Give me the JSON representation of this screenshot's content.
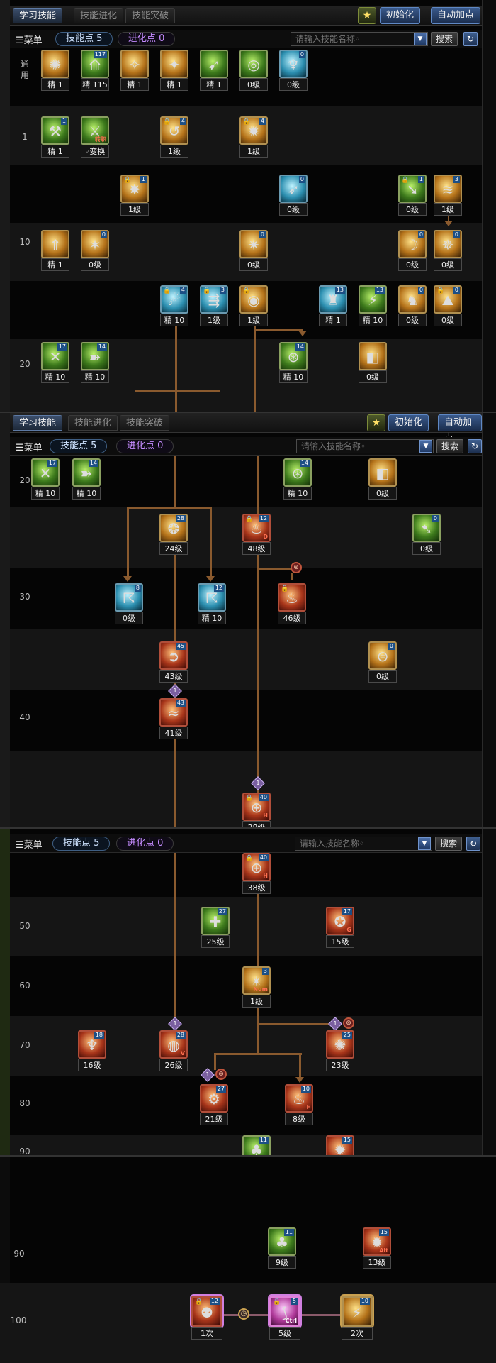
{
  "header": {
    "tabs": [
      "学习技能",
      "技能进化",
      "技能突破"
    ],
    "init_label": "初始化",
    "auto_label": "自动加点",
    "star_icon": "★"
  },
  "menubar": {
    "menu_label": "☰菜单",
    "skill_points": "技能点 5",
    "evo_points": "进化点 0",
    "search_placeholder": "请输入技能名称◦",
    "search_label": "搜索",
    "refresh_icon": "↻"
  },
  "rows": {
    "r_general": "通用",
    "r1": "1",
    "r10": "10",
    "r20": "20",
    "r30": "30",
    "r40": "40",
    "r50": "50",
    "r60": "60",
    "r70": "70",
    "r80": "80",
    "r90": "90",
    "r100": "100"
  },
  "skills": {
    "a1": {
      "badge": "",
      "level": "精 1",
      "glyph": "✺"
    },
    "a2": {
      "badge": "117",
      "level": "精 115",
      "glyph": "⟰"
    },
    "a3": {
      "badge": "",
      "level": "精 1",
      "glyph": "✧"
    },
    "a4": {
      "badge": "",
      "level": "精 1",
      "glyph": "✦"
    },
    "a5": {
      "badge": "",
      "level": "精 1",
      "glyph": "➹"
    },
    "a6": {
      "badge": "",
      "level": "0级",
      "glyph": "◎"
    },
    "a7": {
      "badge": "0",
      "level": "0级",
      "glyph": "♆"
    },
    "b1": {
      "badge": "1",
      "level": "精 1",
      "glyph": "⚒"
    },
    "b2": {
      "badge": "",
      "level": "◦变换",
      "glyph": "⚔",
      "tag": "转职"
    },
    "b3": {
      "badge": "4",
      "level": "1级",
      "glyph": "↺"
    },
    "b4": {
      "badge": "4",
      "level": "1级",
      "glyph": "✹"
    },
    "c1": {
      "badge": "1",
      "level": "1级",
      "glyph": "✸"
    },
    "c2": {
      "badge": "0",
      "level": "0级",
      "glyph": "➶"
    },
    "c3": {
      "badge": "1",
      "level": "0级",
      "glyph": "➘"
    },
    "c4": {
      "badge": "3",
      "level": "1级",
      "glyph": "≋"
    },
    "d1": {
      "badge": "",
      "level": "精 1",
      "glyph": "⇑"
    },
    "d2": {
      "badge": "0",
      "level": "0级",
      "glyph": "✶"
    },
    "d3": {
      "badge": "0",
      "level": "0级",
      "glyph": "✷"
    },
    "d4": {
      "badge": "0",
      "level": "0级",
      "glyph": "☽"
    },
    "d5": {
      "badge": "0",
      "level": "0级",
      "glyph": "✵"
    },
    "e1": {
      "badge": "4",
      "level": "精 10",
      "glyph": "☄"
    },
    "e2": {
      "badge": "3",
      "level": "1级",
      "glyph": "⇶"
    },
    "e3": {
      "badge": "",
      "level": "1级",
      "glyph": "◉"
    },
    "e4": {
      "badge": "13",
      "level": "精 1",
      "glyph": "♜"
    },
    "e5": {
      "badge": "13",
      "level": "精 10",
      "glyph": "⚡"
    },
    "e6": {
      "badge": "0",
      "level": "0级",
      "glyph": "♞"
    },
    "e7": {
      "badge": "0",
      "level": "0级",
      "glyph": "⛰"
    },
    "f1": {
      "badge": "17",
      "level": "精 10",
      "glyph": "✕"
    },
    "f2": {
      "badge": "14",
      "level": "精 10",
      "glyph": "➽"
    },
    "f3": {
      "badge": "14",
      "level": "精 10",
      "glyph": "⊛"
    },
    "f4": {
      "badge": "",
      "level": "0级",
      "glyph": "◧"
    },
    "g1": {
      "badge": "28",
      "level": "24级",
      "glyph": "❂"
    },
    "g2": {
      "badge": "12",
      "level": "48级",
      "glyph": "♨",
      "key": "D"
    },
    "g3": {
      "badge": "0",
      "level": "0级",
      "glyph": "➷"
    },
    "h1": {
      "badge": "8",
      "level": "0级",
      "glyph": "☈"
    },
    "h2": {
      "badge": "12",
      "level": "精 10",
      "glyph": "☈"
    },
    "h3": {
      "badge": "",
      "level": "46级",
      "glyph": "♨"
    },
    "i1": {
      "badge": "45",
      "level": "43级",
      "glyph": "➲"
    },
    "i2": {
      "badge": "0",
      "level": "0级",
      "glyph": "⊜"
    },
    "j1": {
      "badge": "43",
      "level": "41级",
      "glyph": "≈"
    },
    "k1": {
      "badge": "40",
      "level": "38级",
      "glyph": "⊕",
      "key": "H"
    },
    "l1": {
      "badge": "27",
      "level": "25级",
      "glyph": "✚"
    },
    "l2": {
      "badge": "17",
      "level": "15级",
      "glyph": "✪",
      "key": "G"
    },
    "m1": {
      "badge": "3",
      "level": "1级",
      "glyph": "✴",
      "key": "Num"
    },
    "n1": {
      "badge": "18",
      "level": "16级",
      "glyph": "♆"
    },
    "n2": {
      "badge": "28",
      "level": "26级",
      "glyph": "◍",
      "key": "V"
    },
    "n3": {
      "badge": "25",
      "level": "23级",
      "glyph": "✺"
    },
    "o1": {
      "badge": "27",
      "level": "21级",
      "glyph": "⚙"
    },
    "o2": {
      "badge": "10",
      "level": "8级",
      "glyph": "♨",
      "key": "F"
    },
    "p1": {
      "badge": "11",
      "level": "9级",
      "glyph": "♣"
    },
    "p2": {
      "badge": "15",
      "level": "13级",
      "glyph": "✹",
      "key": "Alt"
    },
    "q1": {
      "badge": "12",
      "level": "1次",
      "glyph": "⚉"
    },
    "q2": {
      "badge": "5",
      "level": "5级",
      "glyph": "⟆",
      "key": "Ctrl"
    },
    "q3": {
      "badge": "10",
      "level": "2次",
      "glyph": "⚡"
    }
  },
  "link_marks": {
    "one": "1",
    "swirl": "⊛",
    "clock": "◷"
  }
}
